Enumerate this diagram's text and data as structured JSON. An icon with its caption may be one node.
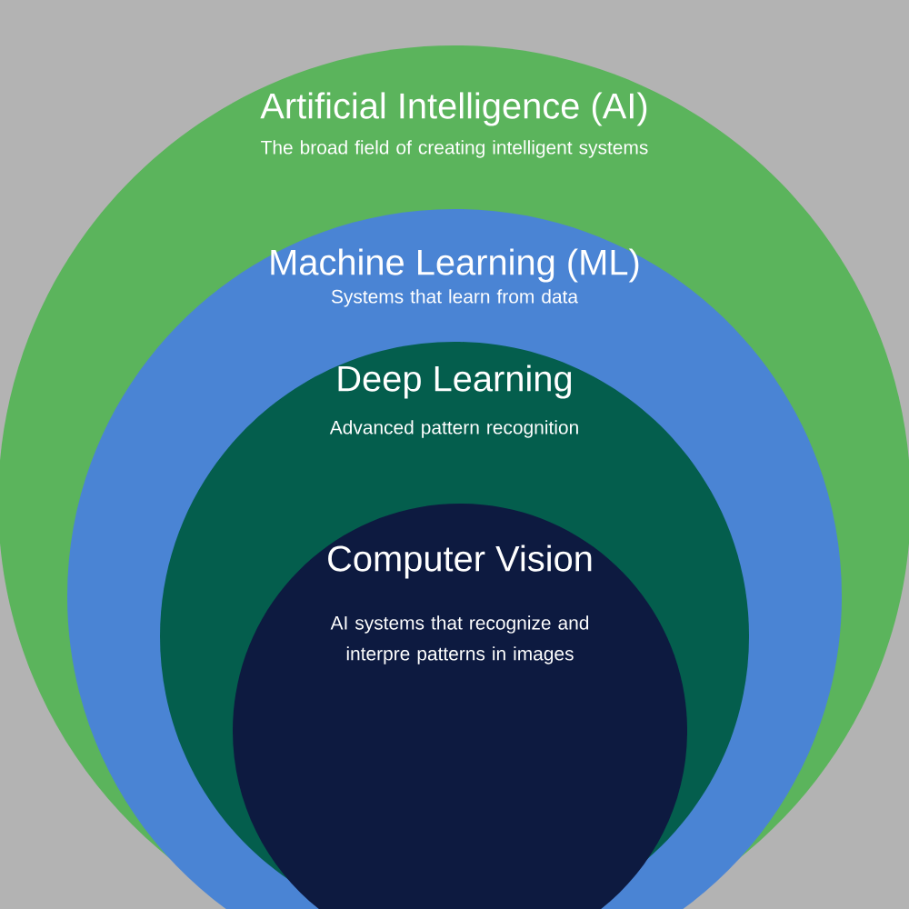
{
  "diagram": {
    "nodes": [
      {
        "text": [
          "Artificial Intelligence (AI)",
          "The broad field of creating intelligent systems"
        ]
      },
      {
        "text": [
          "Machine Learning (ML)",
          "Systems that learn from data"
        ],
        "in": 0
      },
      {
        "text": [
          "Deep Learning",
          "Advanced pattern recognition"
        ],
        "in": 1
      },
      {
        "text": [
          "Computer Vision",
          "AI systems that recognize and interpre patterns in images"
        ],
        "in": 2
      }
    ]
  }
}
